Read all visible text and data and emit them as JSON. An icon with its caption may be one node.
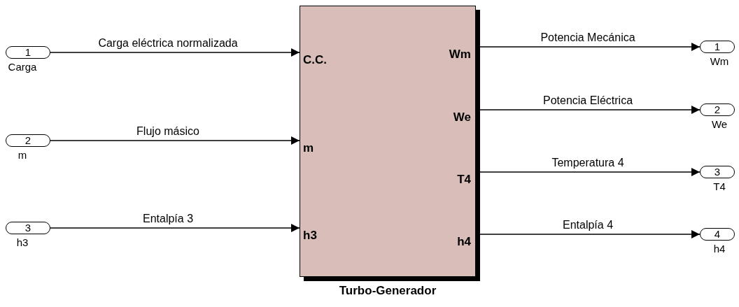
{
  "diagram": {
    "nodes": [
      {
        "text": [
          "1"
        ],
        "beside": [
          "Carga"
        ]
      },
      {
        "text": [
          "2"
        ],
        "beside": [
          "m"
        ]
      },
      {
        "text": [
          "3"
        ],
        "beside": [
          "h3"
        ]
      },
      {
        "text": [
          "C.C.",
          "m",
          "h3",
          "Wm",
          "We",
          "T4",
          "h4"
        ],
        "beside": [
          "Turbo-Generador"
        ]
      },
      {
        "text": [
          "1"
        ],
        "beside": [
          "Wm"
        ]
      },
      {
        "text": [
          "2"
        ],
        "beside": [
          "We"
        ]
      },
      {
        "text": [
          "3"
        ],
        "beside": [
          "T4"
        ]
      },
      {
        "text": [
          "4"
        ],
        "beside": [
          "h4"
        ]
      }
    ],
    "edges": [
      {
        "from": 0,
        "to": 3,
        "arrow": "to",
        "label": "Carga eléctrica normalizada"
      },
      {
        "from": 1,
        "to": 3,
        "arrow": "to",
        "label": "Flujo másico"
      },
      {
        "from": 2,
        "to": 3,
        "arrow": "to",
        "label": "Entalpía 3"
      },
      {
        "from": 3,
        "to": 4,
        "arrow": "to",
        "label": "Potencia Mecánica"
      },
      {
        "from": 3,
        "to": 5,
        "arrow": "to",
        "label": "Potencia Eléctrica"
      },
      {
        "from": 3,
        "to": 6,
        "arrow": "to",
        "label": "Temperatura 4"
      },
      {
        "from": 3,
        "to": 7,
        "arrow": "to",
        "label": "Entalpía 4"
      }
    ]
  }
}
